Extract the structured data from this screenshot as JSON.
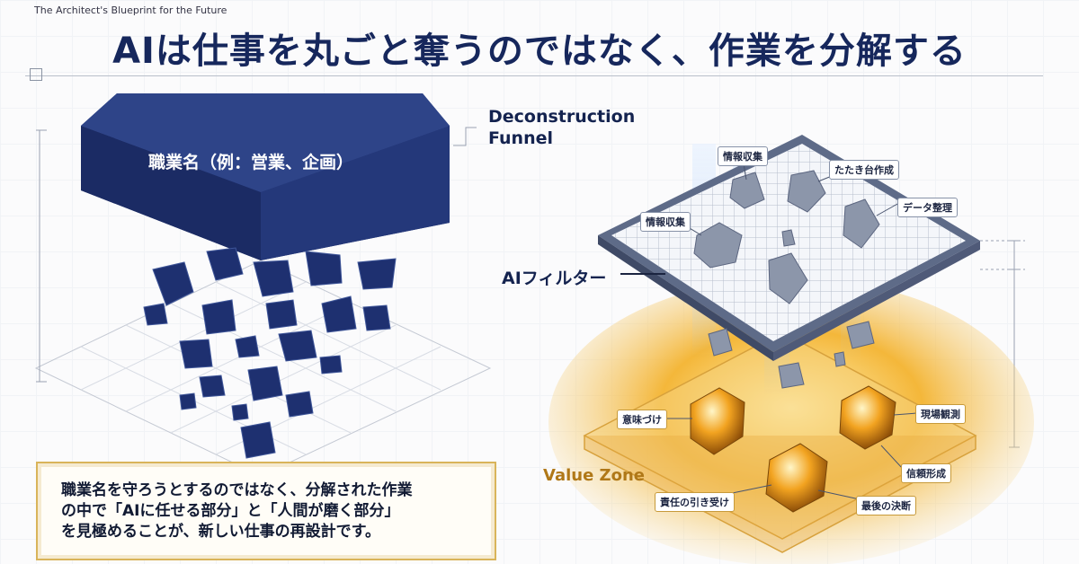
{
  "header": {
    "tagline": "The Architect's Blueprint for the Future",
    "title": "AIは仕事を丸ごと奪うのではなく、作業を分解する"
  },
  "left": {
    "block_label": "職業名（例：営業、企画）",
    "funnel_label_line1": "Deconstruction",
    "funnel_label_line2": "Funnel"
  },
  "right": {
    "filter_label": "AIフィルター",
    "value_zone_label": "Value Zone",
    "filter_tags": [
      "情報収集",
      "たたき台作成",
      "情報収集",
      "データ整理"
    ],
    "value_tags": [
      "意味づけ",
      "現場観測",
      "信頼形成",
      "責任の引き受け",
      "最後の決断"
    ]
  },
  "note": {
    "line1": "職業名を守ろうとするのではなく、分解された作業",
    "line2": "の中で「AIに任せる部分」と「人間が磨く部分」",
    "line3": "を見極めることが、新しい仕事の再設計です。"
  },
  "colors": {
    "navy": "#1d2f6b",
    "gold": "#e8a423",
    "title": "#16275c"
  }
}
